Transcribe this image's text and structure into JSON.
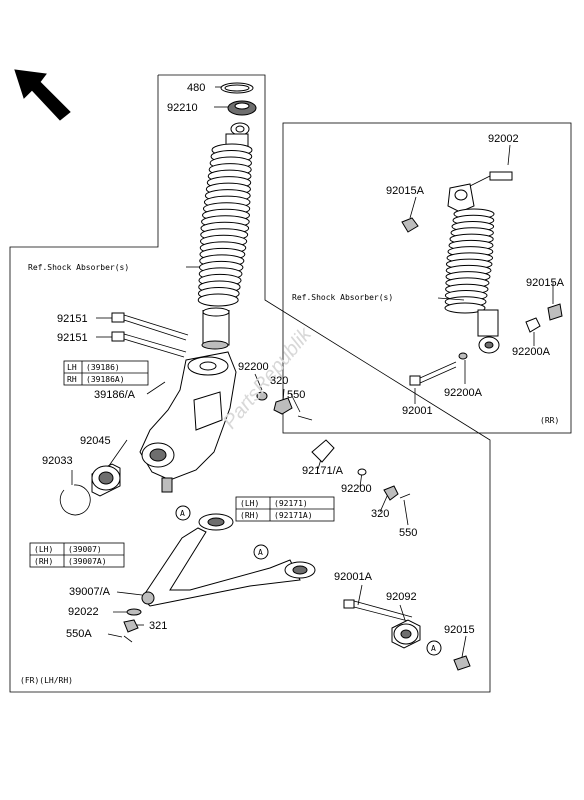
{
  "labels": {
    "p480": "480",
    "p92210": "92210",
    "p92002": "92002",
    "p92015a_rr": "92015A",
    "p92015a_r2": "92015A",
    "ref_shock_front": "Ref.Shock Absorber(s)",
    "ref_shock_rear": "Ref.Shock Absorber(s)",
    "p92151_a": "92151",
    "p92151_b": "92151",
    "p92200_a": "92200",
    "p320_a": "320",
    "p550_a": "550",
    "p39186a": "39186/A",
    "p92045": "92045",
    "p92033": "92033",
    "p92171a": "92171/A",
    "p92200_b": "92200",
    "p320_b": "320",
    "p550_b": "550",
    "p92200a_1": "92200A",
    "p92200a_2": "92200A",
    "p92001": "92001",
    "rr": "(RR)",
    "p39007a": "39007/A",
    "p92022": "92022",
    "p321": "321",
    "p550a": "550A",
    "p92001a": "92001A",
    "p92092": "92092",
    "p92015": "92015",
    "fr": "(FR)(LH/RH)",
    "circle_a": "A"
  },
  "tables": {
    "knuckle": {
      "rows": [
        {
          "side": "LH",
          "part": "(39186)"
        },
        {
          "side": "RH",
          "part": "(39186A)"
        }
      ]
    },
    "bracket": {
      "rows": [
        {
          "side": "(LH)",
          "part": "(92171)"
        },
        {
          "side": "(RH)",
          "part": "(92171A)"
        }
      ]
    },
    "arm": {
      "rows": [
        {
          "side": "(LH)",
          "part": "(39007)"
        },
        {
          "side": "(RH)",
          "part": "(39007A)"
        }
      ]
    }
  },
  "watermark": "PartsRepublik",
  "colors": {
    "line": "#000000",
    "fill_gray": "#bdbdbd",
    "fill_dark": "#6e6e6e"
  }
}
